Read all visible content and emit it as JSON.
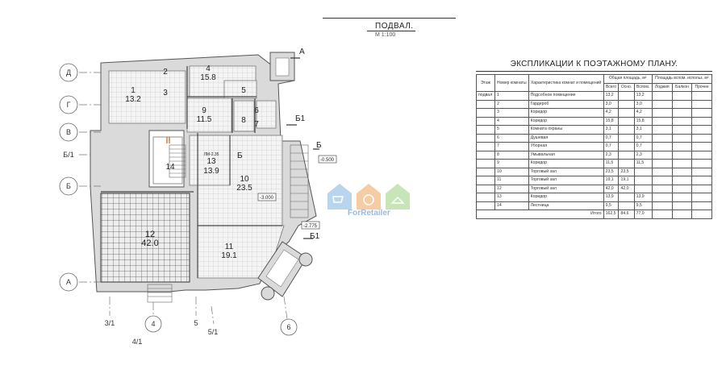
{
  "plan": {
    "title": "ПОДВАЛ.",
    "scale": "М 1:100",
    "axes_letters": [
      "Д",
      "Г",
      "В",
      "Б/1",
      "Б",
      "А"
    ],
    "axes_numbers": [
      "3/1",
      "4",
      "4/1",
      "5",
      "5/1",
      "6"
    ],
    "section_marks": [
      "А",
      "Б1",
      "Б",
      "Б1",
      "Б"
    ],
    "levels": [
      "-0.500",
      "-3.000",
      "-2.775"
    ],
    "stair_small": "ЛМ-2.35",
    "rooms": [
      {
        "num": "1",
        "area": "13.2"
      },
      {
        "num": "2",
        "area": ""
      },
      {
        "num": "3",
        "area": ""
      },
      {
        "num": "4",
        "area": "15.8"
      },
      {
        "num": "5",
        "area": ""
      },
      {
        "num": "6",
        "area": ""
      },
      {
        "num": "7",
        "area": ""
      },
      {
        "num": "8",
        "area": ""
      },
      {
        "num": "9",
        "area": "11.5"
      },
      {
        "num": "10",
        "area": "23.5"
      },
      {
        "num": "11",
        "area": "19.1"
      },
      {
        "num": "12",
        "area": "42.0"
      },
      {
        "num": "13",
        "area": "13.9"
      },
      {
        "num": "14",
        "area": ""
      }
    ]
  },
  "watermark": {
    "text": "ForRetailer"
  },
  "table": {
    "title": "ЭКСПЛИКАЦИИ К ПОЭТАЖНОМУ ПЛАНУ.",
    "headers": {
      "floor": "Этаж",
      "room_no": "Номер комнаты",
      "desc": "Характеристика комнат и помещений",
      "total_area": "Общая площадь, м²",
      "aux_area": "Площадь вспом. использ. м²",
      "total": "Всего",
      "main": "Осно.",
      "aux": "Вспом.",
      "loggia": "Лоджия",
      "balcony": "Балкон",
      "other": "Прочее"
    },
    "floor_label": "подвал",
    "rows": [
      {
        "no": "1",
        "desc": "Подсобное помещение",
        "total": "13,2",
        "main": "",
        "aux": "13,2"
      },
      {
        "no": "2",
        "desc": "Гардероб",
        "total": "3,0",
        "main": "",
        "aux": "3,0"
      },
      {
        "no": "3",
        "desc": "Коридор",
        "total": "4,2",
        "main": "",
        "aux": "4,2"
      },
      {
        "no": "4",
        "desc": "Коридор",
        "total": "15,8",
        "main": "",
        "aux": "15,8"
      },
      {
        "no": "5",
        "desc": "Комната охраны",
        "total": "3,1",
        "main": "",
        "aux": "3,1"
      },
      {
        "no": "6",
        "desc": "Душевая",
        "total": "0,7",
        "main": "",
        "aux": "0,7"
      },
      {
        "no": "7",
        "desc": "Уборная",
        "total": "0,7",
        "main": "",
        "aux": "0,7"
      },
      {
        "no": "8",
        "desc": "Умывальная",
        "total": "2,3",
        "main": "",
        "aux": "2,3"
      },
      {
        "no": "9",
        "desc": "Коридор",
        "total": "11,5",
        "main": "",
        "aux": "11,5"
      },
      {
        "no": "10",
        "desc": "Торговый зал",
        "total": "23,5",
        "main": "23,5",
        "aux": ""
      },
      {
        "no": "11",
        "desc": "Торговый зал",
        "total": "19,1",
        "main": "19,1",
        "aux": ""
      },
      {
        "no": "12",
        "desc": "Торговый зал",
        "total": "42,0",
        "main": "42,0",
        "aux": ""
      },
      {
        "no": "13",
        "desc": "Коридор",
        "total": "13,9",
        "main": "",
        "aux": "13,9"
      },
      {
        "no": "14",
        "desc": "Лестница",
        "total": "9,5",
        "main": "",
        "aux": "9,5"
      }
    ],
    "total_row": {
      "label": "Итого",
      "total": "162,5",
      "main": "84,6",
      "aux": "77,0"
    }
  }
}
